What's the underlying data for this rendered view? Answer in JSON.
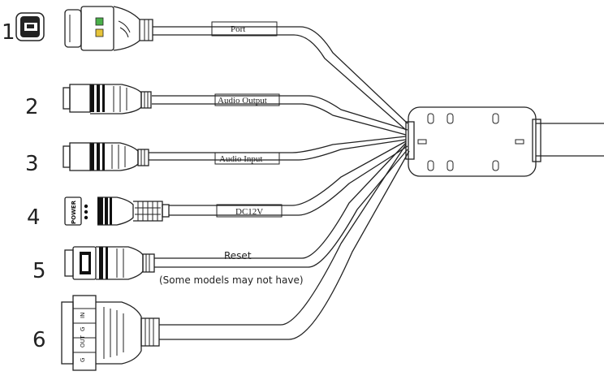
{
  "connectors": [
    {
      "number": "1",
      "label": "Port",
      "type": "rj45-network"
    },
    {
      "number": "2",
      "label": "Audio Output",
      "type": "audio-rca"
    },
    {
      "number": "3",
      "label": "Audio Input",
      "type": "audio-rca"
    },
    {
      "number": "4",
      "label": "DC12V",
      "type": "dc-power"
    },
    {
      "number": "5",
      "label": "Reset",
      "note": "(Some models may not have)",
      "type": "reset-button"
    },
    {
      "number": "6",
      "label": "",
      "type": "io-alarm-terminal",
      "pin_labels": [
        "IN",
        "G",
        "OUT",
        "G"
      ]
    }
  ],
  "power_plug_text": "POWER"
}
